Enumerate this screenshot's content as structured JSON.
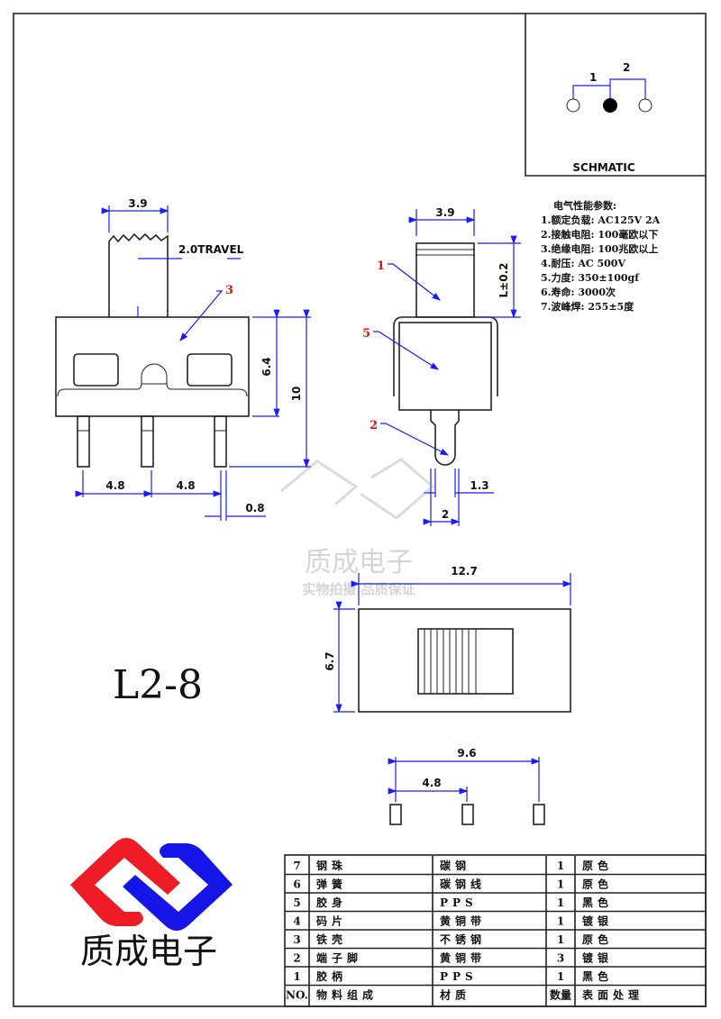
{
  "model": "L2-8",
  "schematic": {
    "title": "SCHMATIC",
    "label_1": "1",
    "label_2": "2"
  },
  "front_view": {
    "width": "3.9",
    "travel": "2.0TRAVEL",
    "part_label": "3",
    "body_height": "6.4",
    "total_height": "10",
    "pitch_1": "4.8",
    "pitch_2": "4.8",
    "pin_width": "0.8"
  },
  "side_view": {
    "width": "3.9",
    "handle_length": "L±0.2",
    "label_1": "1",
    "label_5": "5",
    "label_2": "2",
    "pin_thickness": "1.3",
    "pin_width": "2"
  },
  "top_view": {
    "length": "12.7",
    "width": "6.7"
  },
  "footprint": {
    "span": "9.6",
    "pitch": "4.8"
  },
  "watermark": {
    "name": "质成电子",
    "slogan": "实物拍摄 品质保证"
  },
  "logo": {
    "name": "质成电子",
    "colors": {
      "left": "#ee1c24",
      "right": "#1515e8"
    }
  },
  "specs": {
    "title": "电气性能参数:",
    "items": [
      "1.额定负载: AC125V 2A",
      "2.接触电阻: 100毫欧以下",
      "3.绝缘电阻: 100兆欧以上",
      "4.耐压: AC 500V",
      "5.力度: 350±100gf",
      "6.寿命: 3000次",
      "7.波峰焊: 255±5度"
    ]
  },
  "bom": {
    "headers": [
      "NO.",
      "物料组成",
      "材质",
      "数量",
      "表面处理"
    ],
    "rows": [
      [
        "7",
        "钢珠",
        "碳钢",
        "1",
        "原色"
      ],
      [
        "6",
        "弹簧",
        "碳钢线",
        "1",
        "原色"
      ],
      [
        "5",
        "胶身",
        "PPS",
        "1",
        "黑色"
      ],
      [
        "4",
        "码片",
        "黄铜带",
        "1",
        "镀银"
      ],
      [
        "3",
        "铁壳",
        "不锈钢",
        "1",
        "原色"
      ],
      [
        "2",
        "端子脚",
        "黄铜带",
        "3",
        "镀银"
      ],
      [
        "1",
        "胶柄",
        "PPS",
        "1",
        "黑色"
      ]
    ]
  }
}
